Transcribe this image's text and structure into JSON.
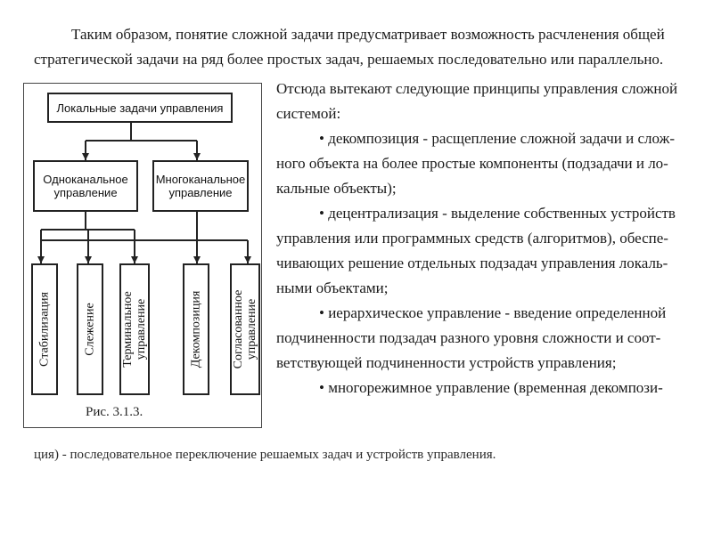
{
  "intro": {
    "line1": "Таким образом, понятие сложной задачи предусматривает возможность расчленения общей",
    "line2": "стратегической задачи на ряд более простых задач, решаемых последовательно или параллельно."
  },
  "body_lines": [
    "Отсюда вытекают следующие принципы управления сложной",
    "системой:",
    "• декомпозиция - расщепление сложной задачи и слож-",
    "ного объекта на более простые компоненты (подзадачи и ло-",
    "кальные объекты);",
    "• децентрализация - выделение собственных устройств",
    "управления или программных средств (алгоритмов), обеспе-",
    "чивающих решение отдельных подзадач управления локаль-",
    "ными объектами;",
    "• иерархическое управление - введение определенной",
    "подчиненности подзадач разного уровня сложности и соот-",
    "ветствующей подчиненности устройств управления;",
    "•  многорежимное управление (временная декомпози-"
  ],
  "bottom_line": "ция) - последовательное переключение решаемых задач и устройств управления.",
  "diagram": {
    "top_box": "Локальные задачи управления",
    "left_box": "Одноканальное\nуправление",
    "right_box": "Многоканальное\nуправление",
    "leaves": [
      "Стабилизация",
      "Слежение",
      "Терминальное\nуправление",
      "Декомпозиция",
      "Согласованное\nуправление"
    ],
    "caption": "Рис. 3.1.3."
  }
}
